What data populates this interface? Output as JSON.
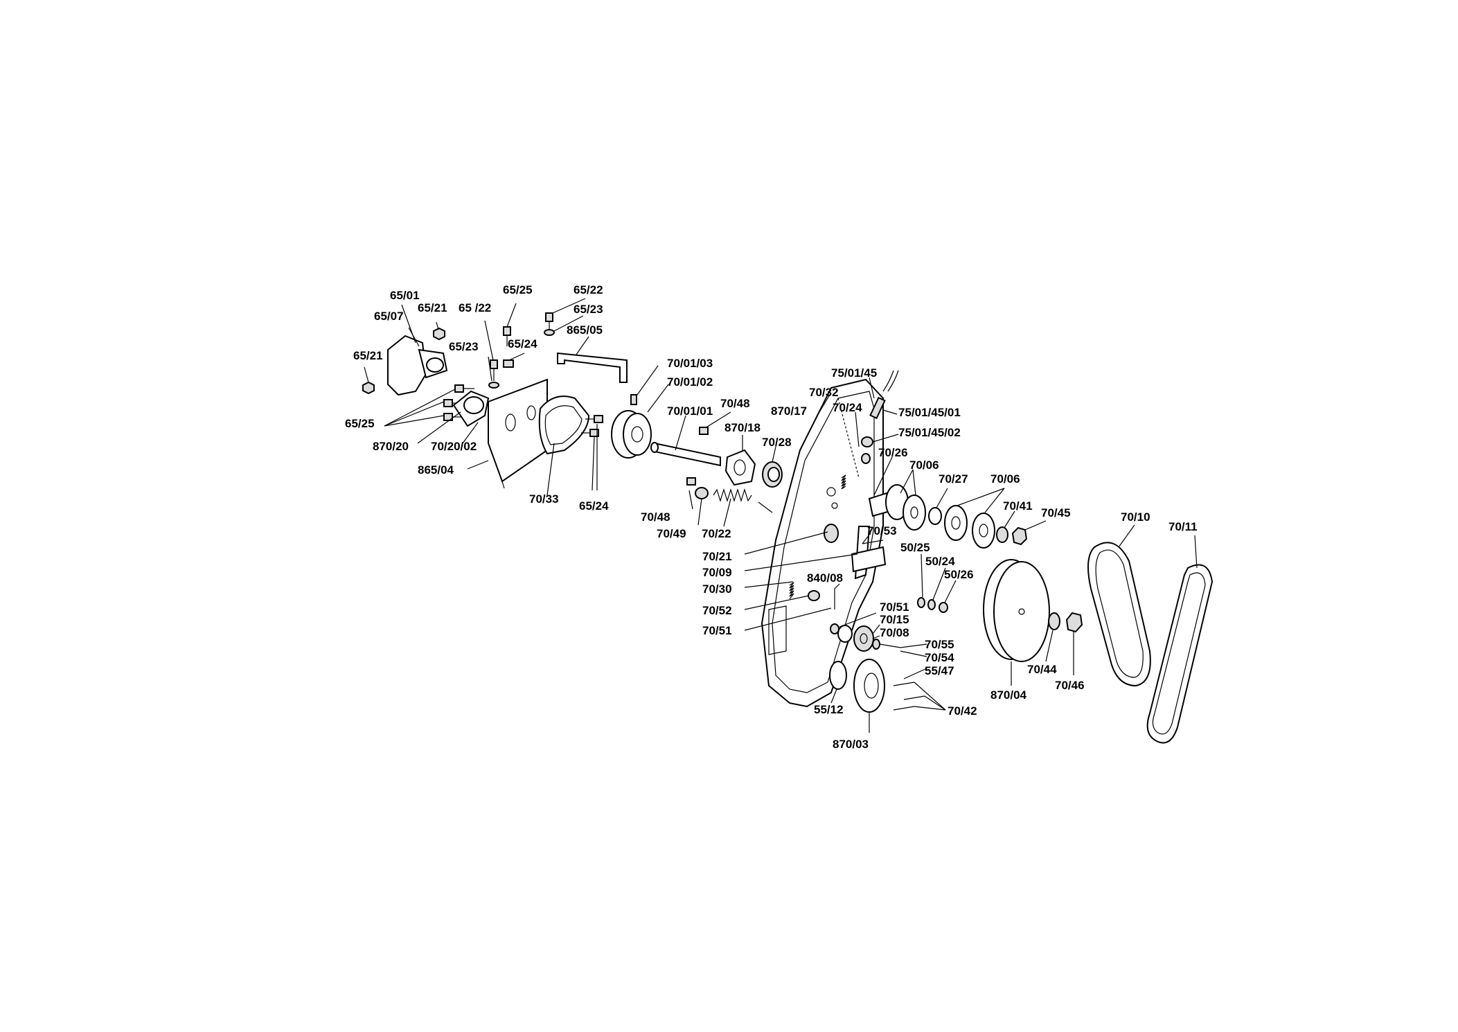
{
  "labels": {
    "l1": "65/01",
    "l2": "65/07",
    "l3": "65/21",
    "l4": "65/21",
    "l5": "65 /22",
    "l6": "65/23",
    "l7": "65/25",
    "l8": "65/25",
    "l9": "65/24",
    "l10": "65/22",
    "l11": "65/23",
    "l12": "865/05",
    "l13": "870/20",
    "l14": "70/20/02",
    "l15": "865/04",
    "l16": "70/33",
    "l17": "65/24",
    "l18": "70/01/03",
    "l19": "70/01/02",
    "l20": "70/01/01",
    "l21": "70/48",
    "l22": "870/18",
    "l23": "70/28",
    "l24": "870/17",
    "l25": "70/32",
    "l26": "70/24",
    "l27": "75/01/45",
    "l28": "75/01/45/01",
    "l29": "75/01/45/02",
    "l30": "70/26",
    "l31": "70/06",
    "l32": "70/27",
    "l33": "70/06",
    "l34": "70/41",
    "l35": "70/45",
    "l36": "70/10",
    "l37": "70/11",
    "l38": "70/48",
    "l39": "70/49",
    "l40": "70/22",
    "l41": "70/21",
    "l42": "70/09",
    "l43": "70/30",
    "l44": "70/53",
    "l45": "50/25",
    "l46": "50/24",
    "l47": "50/26",
    "l48": "840/08",
    "l49": "70/52",
    "l50": "70/51",
    "l51": "70/51",
    "l52": "70/15",
    "l53": "70/08",
    "l54": "70/55",
    "l55": "70/54",
    "l56": "55/47",
    "l57": "70/42",
    "l58": "55/12",
    "l59": "870/03",
    "l60": "870/04",
    "l61": "70/44",
    "l62": "70/46"
  }
}
